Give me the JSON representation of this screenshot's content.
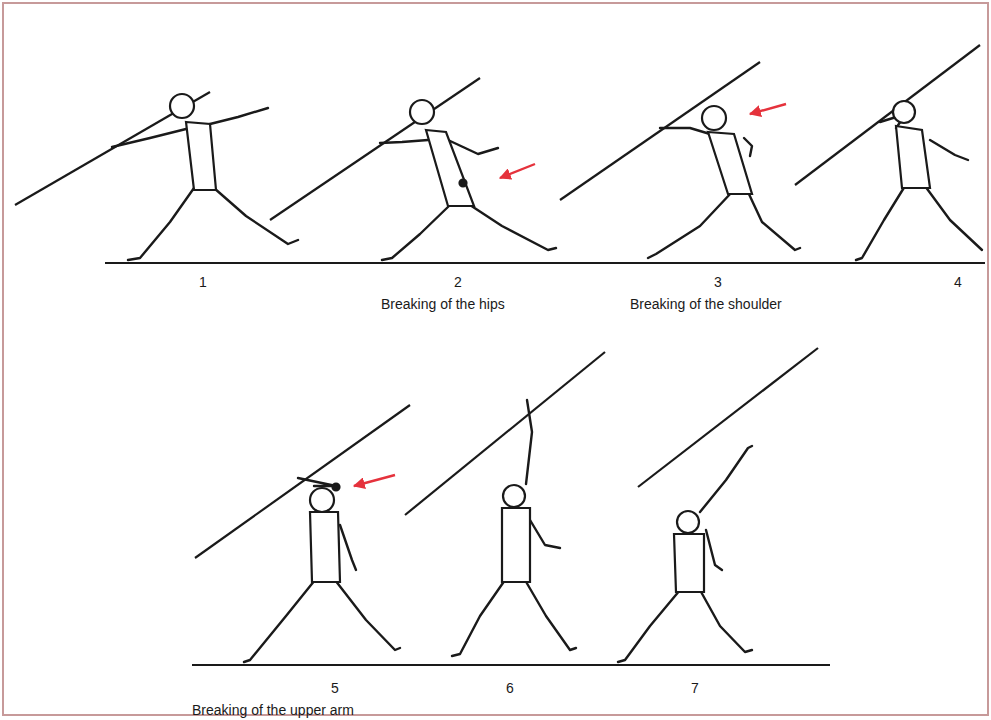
{
  "diagram": {
    "labels": [
      "1",
      "2",
      "Breaking of the hips",
      "3",
      "Breaking of the shoulder",
      "4",
      "5",
      "Breaking of the upper arm",
      "6",
      "7"
    ]
  }
}
